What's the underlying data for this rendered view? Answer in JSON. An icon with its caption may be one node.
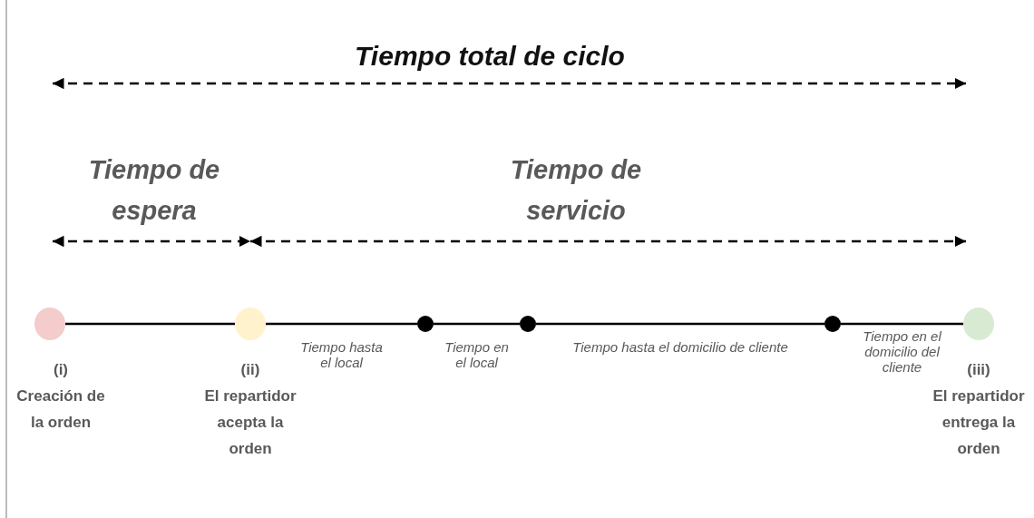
{
  "diagram": {
    "title": "Tiempo total de ciclo",
    "nodes": [
      {
        "text": [],
        "shape": "circle",
        "beside": [
          "(i)",
          "Creación de la orden"
        ]
      },
      {
        "text": [],
        "shape": "circle",
        "beside": [
          "(ii)",
          "El repartidor acepta la orden"
        ]
      },
      {
        "text": [],
        "shape": "circle"
      },
      {
        "text": [],
        "shape": "circle"
      },
      {
        "text": [],
        "shape": "circle"
      },
      {
        "text": [],
        "shape": "circle",
        "beside": [
          "(iii)",
          "El repartidor entrega la orden"
        ]
      }
    ],
    "edges": [
      {
        "from": 0,
        "to": 1,
        "arrow": "none"
      },
      {
        "from": 1,
        "to": 2,
        "arrow": "none",
        "label": "Tiempo hasta el local"
      },
      {
        "from": 2,
        "to": 3,
        "arrow": "none",
        "label": "Tiempo en el local"
      },
      {
        "from": 3,
        "to": 4,
        "arrow": "none",
        "label": "Tiempo hasta el domicilio de cliente"
      },
      {
        "from": 4,
        "to": 5,
        "arrow": "none",
        "label": "Tiempo en el domicilio del cliente"
      }
    ],
    "labels": [
      "Tiempo de espera",
      "Tiempo de servicio"
    ]
  }
}
